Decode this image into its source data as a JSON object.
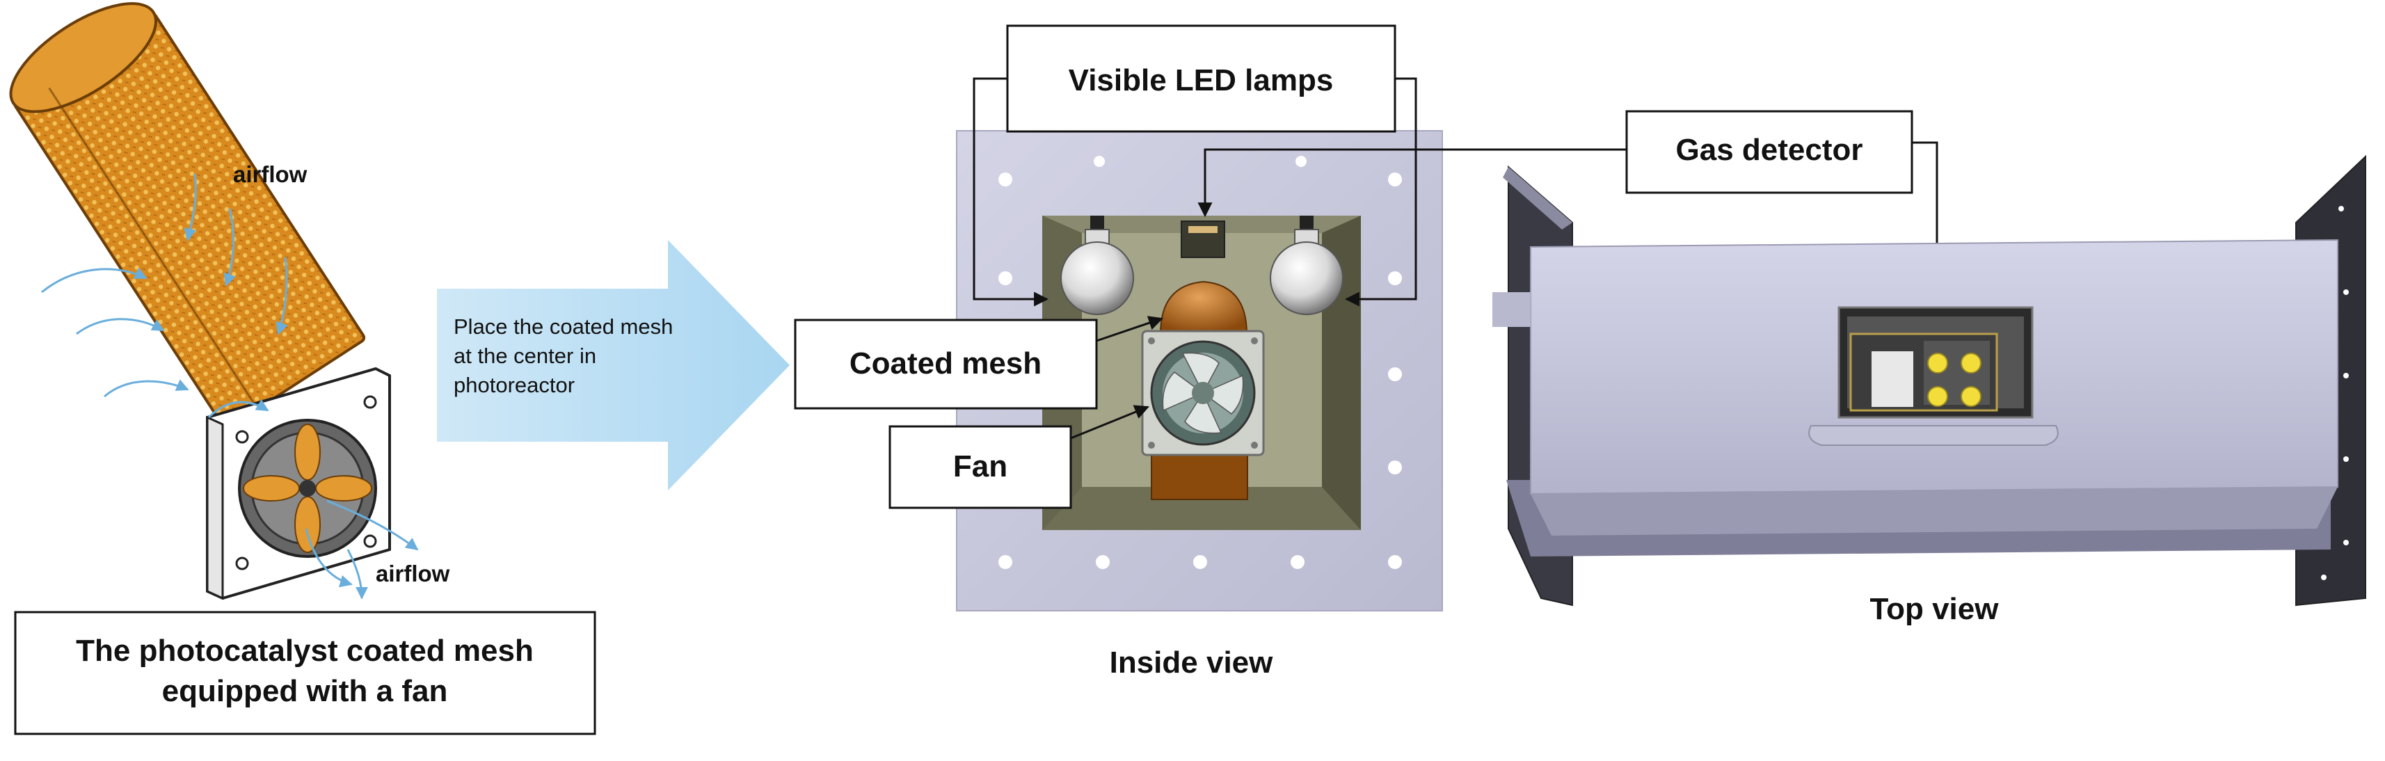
{
  "labels": {
    "airflow_top": "airflow",
    "airflow_bottom": "airflow",
    "mesh_caption_line1": "The photocatalyst coated mesh",
    "mesh_caption_line2": "equipped with a fan",
    "arrow_line1": "Place the coated mesh",
    "arrow_line2": "at the center in",
    "arrow_line3": "photoreactor",
    "visible_led_lamps": "Visible LED lamps",
    "gas_detector": "Gas detector",
    "coated_mesh": "Coated mesh",
    "fan": "Fan",
    "inside_view": "Inside view",
    "top_view": "Top view"
  },
  "colors": {
    "mesh_orange": "#d98a1e",
    "mesh_dark": "#a85f10",
    "airflow_blue": "#7ab8e0",
    "arrow_fill": "#bde0f4",
    "panel_lavender": "#c9c9e0",
    "chamber_olive": "#6f6f55",
    "detector_yellow": "#f2dd3a"
  },
  "icons": {
    "fan": "fan-icon",
    "led_bulb": "light-bulb-icon",
    "gas_sensor": "gas-sensor-icon"
  }
}
